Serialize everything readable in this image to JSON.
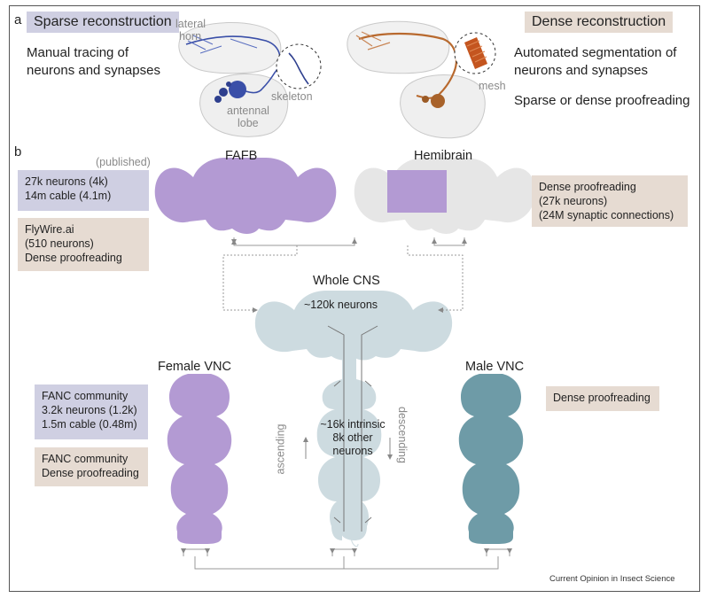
{
  "panel_a": {
    "label": "a",
    "sparse_title": "Sparse reconstruction",
    "sparse_desc": [
      "Manual tracing of",
      "neurons and synapses"
    ],
    "neuron_labels": {
      "lateral_horn": [
        "lateral",
        "horn"
      ],
      "antennal_lobe": [
        "antennal",
        "lobe"
      ],
      "skeleton": "skeleton",
      "mesh": "mesh"
    },
    "dense_title": "Dense reconstruction",
    "dense_desc": [
      "Automated segmentation of",
      "neurons and synapses"
    ],
    "dense_desc2": "Sparse or dense proofreading"
  },
  "panel_b": {
    "label": "b",
    "published_label": "(published)",
    "fafb": {
      "title": "FAFB",
      "published_box": [
        "27k neurons (4k)",
        "14m cable (4.1m)"
      ],
      "flywire_box": [
        "FlyWire.ai",
        "(510 neurons)",
        "Dense proofreading"
      ]
    },
    "hemibrain": {
      "title": "Hemibrain",
      "box": [
        "Dense proofreading",
        "(27k neurons)",
        "(24M synaptic connections)"
      ]
    },
    "whole_cns": {
      "title": "Whole CNS",
      "neurons": "~120k neurons",
      "vnc_text": [
        "~16k intrinsic",
        "8k other",
        "neurons"
      ],
      "ascending": "ascending",
      "descending": "descending"
    },
    "female_vnc": {
      "title": "Female VNC",
      "box1": [
        "FANC community",
        "3.2k neurons (1.2k)",
        "1.5m cable (0.48m)"
      ],
      "box2": [
        "FANC community",
        "Dense proofreading"
      ]
    },
    "male_vnc": {
      "title": "Male VNC",
      "box": [
        "Dense proofreading"
      ]
    }
  },
  "footer": "Current Opinion in Insect Science",
  "colors": {
    "purple": "#b39ad3",
    "grey_brain": "#e6e6e6",
    "cns": "#cddbe0",
    "male_vnc": "#6e9ba7",
    "box_purple": "#cfcfe2",
    "box_beige": "#e6dbd2",
    "blue_neuron": "#3a4fa8",
    "orange_neuron": "#b8692e"
  }
}
